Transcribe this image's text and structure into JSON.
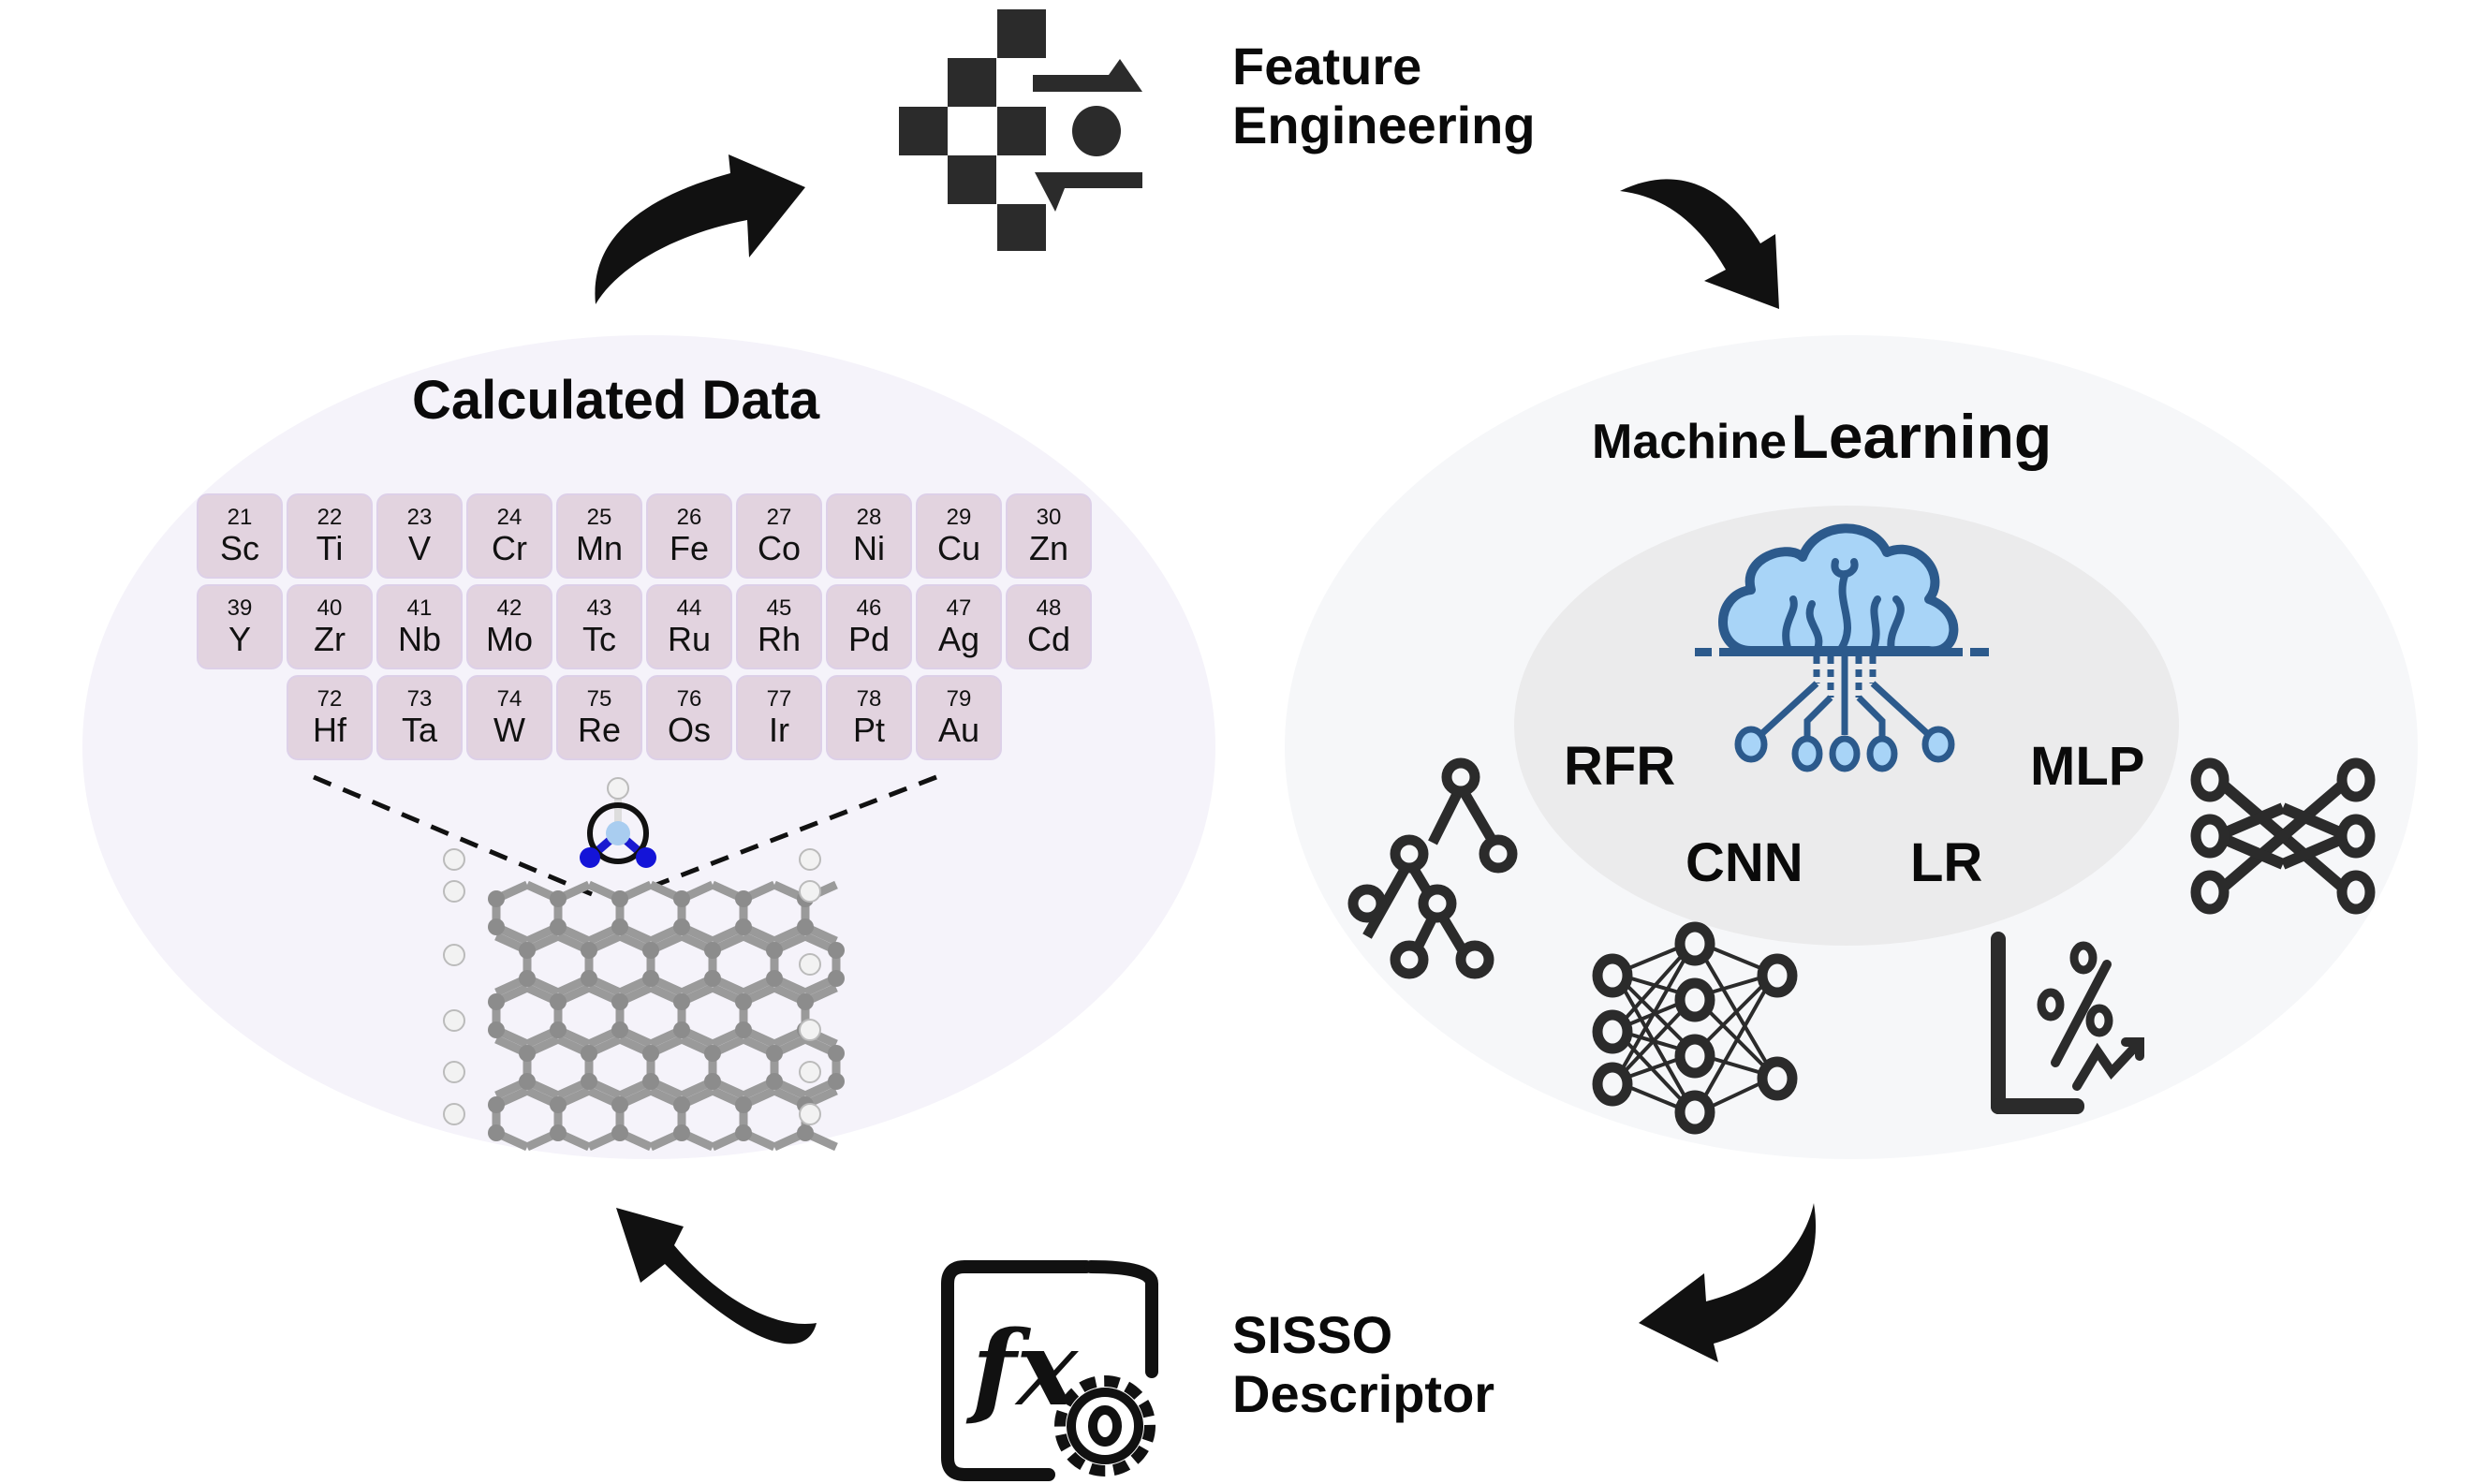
{
  "diagram": {
    "type": "workflow-cycle",
    "stages": {
      "feature_engineering": {
        "line1": "Feature",
        "line2": "Engineering",
        "icon": "feature-selection-icon"
      },
      "machine_learning": {
        "title_small": "Machine",
        "title_large": "Learning",
        "icon": "brain-circuit-icon",
        "models": [
          "RFR",
          "MLP",
          "CNN",
          "LR"
        ],
        "model_icons": [
          "decision-tree-icon",
          "mlp-network-icon",
          "neural-network-icon",
          "regression-chart-icon"
        ]
      },
      "sisso": {
        "line1": "SISSO",
        "line2": "Descriptor",
        "icon": "function-gear-icon"
      },
      "calculated_data": {
        "title": "Calculated Data",
        "structure": "graphene-nanoribbon-with-N-coordinated-metal-site",
        "elements_row1": [
          {
            "num": "21",
            "sym": "Sc"
          },
          {
            "num": "22",
            "sym": "Ti"
          },
          {
            "num": "23",
            "sym": "V"
          },
          {
            "num": "24",
            "sym": "Cr"
          },
          {
            "num": "25",
            "sym": "Mn"
          },
          {
            "num": "26",
            "sym": "Fe"
          },
          {
            "num": "27",
            "sym": "Co"
          },
          {
            "num": "28",
            "sym": "Ni"
          },
          {
            "num": "29",
            "sym": "Cu"
          },
          {
            "num": "30",
            "sym": "Zn"
          }
        ],
        "elements_row2": [
          {
            "num": "39",
            "sym": "Y"
          },
          {
            "num": "40",
            "sym": "Zr"
          },
          {
            "num": "41",
            "sym": "Nb"
          },
          {
            "num": "42",
            "sym": "Mo"
          },
          {
            "num": "43",
            "sym": "Tc"
          },
          {
            "num": "44",
            "sym": "Ru"
          },
          {
            "num": "45",
            "sym": "Rh"
          },
          {
            "num": "46",
            "sym": "Pd"
          },
          {
            "num": "47",
            "sym": "Ag"
          },
          {
            "num": "48",
            "sym": "Cd"
          }
        ],
        "elements_row3": [
          {
            "num": "72",
            "sym": "Hf"
          },
          {
            "num": "73",
            "sym": "Ta"
          },
          {
            "num": "74",
            "sym": "W"
          },
          {
            "num": "75",
            "sym": "Re"
          },
          {
            "num": "76",
            "sym": "Os"
          },
          {
            "num": "77",
            "sym": "Ir"
          },
          {
            "num": "78",
            "sym": "Pt"
          },
          {
            "num": "79",
            "sym": "Au"
          }
        ]
      }
    },
    "flow": [
      "Calculated Data",
      "Feature Engineering",
      "Machine Learning",
      "SISSO Descriptor",
      "Calculated Data"
    ],
    "colors": {
      "tile_fill": "#e2d3df",
      "left_ellipse": "#f5f3fa",
      "right_ellipse": "#f6f7f9",
      "brain_fill": "#a8d4f7",
      "brain_stroke": "#2c5a8c",
      "arrow": "#111111",
      "icon_dark": "#2b2b2b",
      "nitrogen": "#1414d8",
      "metal": "#a9cdf0",
      "carbon": "#8c8c8c"
    }
  }
}
